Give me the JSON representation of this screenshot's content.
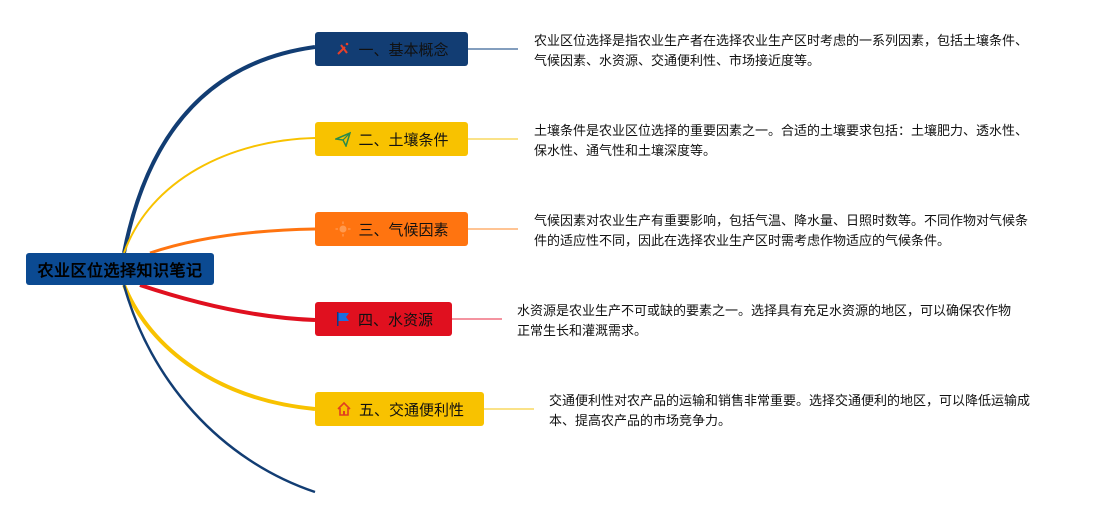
{
  "root": {
    "title": "农业区位选择知识笔记"
  },
  "branches": [
    {
      "label": "一、基本概念",
      "icon": "sparkle-icon",
      "color": "#123d73",
      "text": "农业区位选择是指农业生产者在选择农业生产区时考虑的一系列因素，包括土壤条件、气候因素、水资源、交通便利性、市场接近度等。"
    },
    {
      "label": "二、土壤条件",
      "icon": "paper-plane-icon",
      "color": "#f8c200",
      "text": "土壤条件是农业区位选择的重要因素之一。合适的土壤要求包括：土壤肥力、透水性、保水性、通气性和土壤深度等。"
    },
    {
      "label": "三、气候因素",
      "icon": "sun-icon",
      "color": "#ff7410",
      "text": "气候因素对农业生产有重要影响，包括气温、降水量、日照时数等。不同作物对气候条件的适应性不同，因此在选择农业生产区时需考虑作物适应的气候条件。"
    },
    {
      "label": "四、水资源",
      "icon": "flag-icon",
      "color": "#e0101f",
      "text": "水资源是农业生产不可或缺的要素之一。选择具有充足水资源的地区，可以确保农作物正常生长和灌溉需求。"
    },
    {
      "label": "五、交通便利性",
      "icon": "home-icon",
      "color": "#f8c200",
      "text": "交通便利性对农产品的运输和销售非常重要。选择交通便利的地区，可以降低运输成本、提高农产品的市场竞争力。"
    }
  ]
}
